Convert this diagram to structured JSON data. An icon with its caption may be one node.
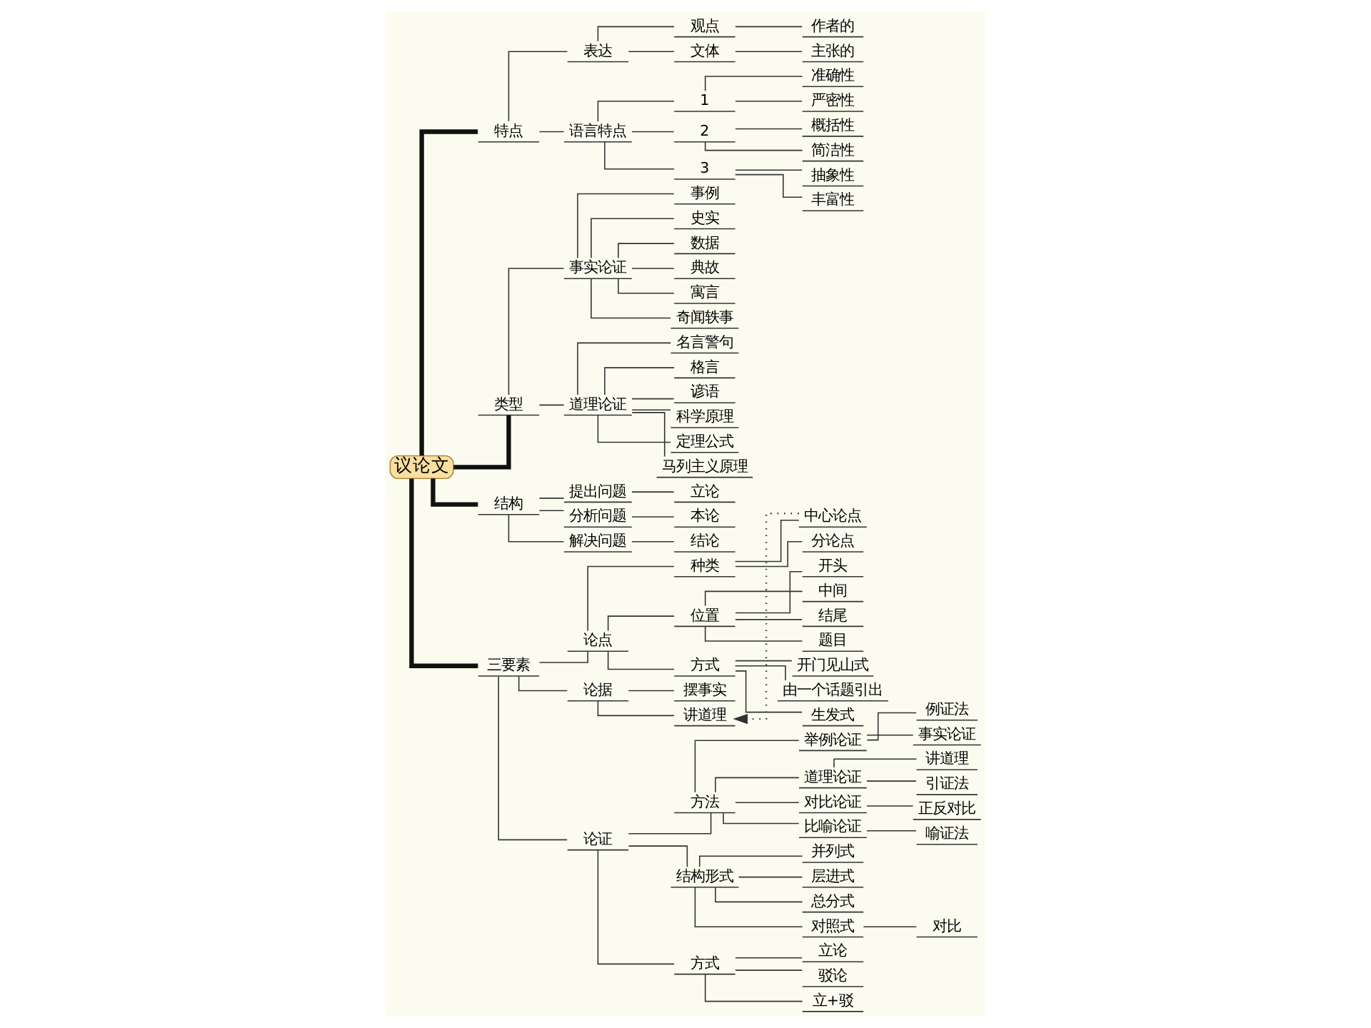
{
  "diagram": {
    "nodes": [
      {
        "text": [
          "议论文"
        ]
      },
      {
        "text": [
          "特点"
        ]
      },
      {
        "text": [
          "表达"
        ]
      },
      {
        "text": [
          "观点"
        ]
      },
      {
        "text": [
          "作者的"
        ]
      },
      {
        "text": [
          "文体"
        ]
      },
      {
        "text": [
          "主张的"
        ]
      },
      {
        "text": [
          "语言特点"
        ]
      },
      {
        "text": [
          "1"
        ]
      },
      {
        "text": [
          "准确性"
        ]
      },
      {
        "text": [
          "严密性"
        ]
      },
      {
        "text": [
          "2"
        ]
      },
      {
        "text": [
          "概括性"
        ]
      },
      {
        "text": [
          "简洁性"
        ]
      },
      {
        "text": [
          "3"
        ]
      },
      {
        "text": [
          "抽象性"
        ]
      },
      {
        "text": [
          "丰富性"
        ]
      },
      {
        "text": [
          "类型"
        ]
      },
      {
        "text": [
          "事实论证"
        ]
      },
      {
        "text": [
          "事例"
        ]
      },
      {
        "text": [
          "史实"
        ]
      },
      {
        "text": [
          "数据"
        ]
      },
      {
        "text": [
          "典故"
        ]
      },
      {
        "text": [
          "寓言"
        ]
      },
      {
        "text": [
          "奇闻轶事"
        ]
      },
      {
        "text": [
          "道理论证"
        ]
      },
      {
        "text": [
          "名言警句"
        ]
      },
      {
        "text": [
          "格言"
        ]
      },
      {
        "text": [
          "谚语"
        ]
      },
      {
        "text": [
          "科学原理"
        ]
      },
      {
        "text": [
          "定理公式"
        ]
      },
      {
        "text": [
          "马列主义原理"
        ]
      },
      {
        "text": [
          "结构"
        ]
      },
      {
        "text": [
          "提出问题"
        ]
      },
      {
        "text": [
          "立论"
        ]
      },
      {
        "text": [
          "分析问题"
        ]
      },
      {
        "text": [
          "本论"
        ]
      },
      {
        "text": [
          "解决问题"
        ]
      },
      {
        "text": [
          "结论"
        ]
      },
      {
        "text": [
          "三要素"
        ]
      },
      {
        "text": [
          "论点"
        ]
      },
      {
        "text": [
          "种类"
        ]
      },
      {
        "text": [
          "中心论点"
        ]
      },
      {
        "text": [
          "分论点"
        ]
      },
      {
        "text": [
          "位置"
        ]
      },
      {
        "text": [
          "开头"
        ]
      },
      {
        "text": [
          "中间"
        ]
      },
      {
        "text": [
          "结尾"
        ]
      },
      {
        "text": [
          "题目"
        ]
      },
      {
        "text": [
          "方式"
        ]
      },
      {
        "text": [
          "开门见山式"
        ]
      },
      {
        "text": [
          "由一个话题引出"
        ]
      },
      {
        "text": [
          "生发式"
        ]
      },
      {
        "text": [
          "论据"
        ]
      },
      {
        "text": [
          "摆事实"
        ]
      },
      {
        "text": [
          "讲道理"
        ]
      },
      {
        "text": [
          "论证"
        ]
      },
      {
        "text": [
          "方法"
        ]
      },
      {
        "text": [
          "举例论证"
        ]
      },
      {
        "text": [
          "例证法"
        ]
      },
      {
        "text": [
          "事实论证"
        ]
      },
      {
        "text": [
          "道理论证"
        ]
      },
      {
        "text": [
          "讲道理"
        ]
      },
      {
        "text": [
          "引证法"
        ]
      },
      {
        "text": [
          "对比论证"
        ]
      },
      {
        "text": [
          "正反对比"
        ]
      },
      {
        "text": [
          "比喻论证"
        ]
      },
      {
        "text": [
          "喻证法"
        ]
      },
      {
        "text": [
          "结构形式"
        ]
      },
      {
        "text": [
          "并列式"
        ]
      },
      {
        "text": [
          "层进式"
        ]
      },
      {
        "text": [
          "总分式"
        ]
      },
      {
        "text": [
          "对照式"
        ]
      },
      {
        "text": [
          "对比"
        ]
      },
      {
        "text": [
          "方式"
        ]
      },
      {
        "text": [
          "立论"
        ]
      },
      {
        "text": [
          "驳论"
        ]
      },
      {
        "text": [
          "立+驳"
        ]
      }
    ],
    "edges": [
      {
        "from": 0,
        "to": 1,
        "arrow": "none",
        "style": "thick"
      },
      {
        "from": 1,
        "to": 2,
        "arrow": "none"
      },
      {
        "from": 2,
        "to": 3,
        "arrow": "none"
      },
      {
        "from": 3,
        "to": 4,
        "arrow": "none"
      },
      {
        "from": 2,
        "to": 5,
        "arrow": "none"
      },
      {
        "from": 5,
        "to": 6,
        "arrow": "none"
      },
      {
        "from": 1,
        "to": 7,
        "arrow": "none"
      },
      {
        "from": 7,
        "to": 8,
        "arrow": "none"
      },
      {
        "from": 8,
        "to": 9,
        "arrow": "none"
      },
      {
        "from": 8,
        "to": 10,
        "arrow": "none"
      },
      {
        "from": 7,
        "to": 11,
        "arrow": "none"
      },
      {
        "from": 11,
        "to": 12,
        "arrow": "none"
      },
      {
        "from": 11,
        "to": 13,
        "arrow": "none"
      },
      {
        "from": 7,
        "to": 14,
        "arrow": "none"
      },
      {
        "from": 14,
        "to": 15,
        "arrow": "none"
      },
      {
        "from": 14,
        "to": 16,
        "arrow": "none"
      },
      {
        "from": 0,
        "to": 17,
        "arrow": "none",
        "style": "thick"
      },
      {
        "from": 17,
        "to": 18,
        "arrow": "none"
      },
      {
        "from": 18,
        "to": 19,
        "arrow": "none"
      },
      {
        "from": 18,
        "to": 20,
        "arrow": "none"
      },
      {
        "from": 18,
        "to": 21,
        "arrow": "none"
      },
      {
        "from": 18,
        "to": 22,
        "arrow": "none"
      },
      {
        "from": 18,
        "to": 23,
        "arrow": "none"
      },
      {
        "from": 18,
        "to": 24,
        "arrow": "none"
      },
      {
        "from": 17,
        "to": 25,
        "arrow": "none"
      },
      {
        "from": 25,
        "to": 26,
        "arrow": "none"
      },
      {
        "from": 25,
        "to": 27,
        "arrow": "none"
      },
      {
        "from": 25,
        "to": 28,
        "arrow": "none"
      },
      {
        "from": 25,
        "to": 29,
        "arrow": "none"
      },
      {
        "from": 25,
        "to": 30,
        "arrow": "none"
      },
      {
        "from": 25,
        "to": 31,
        "arrow": "none"
      },
      {
        "from": 0,
        "to": 32,
        "arrow": "none",
        "style": "thick"
      },
      {
        "from": 32,
        "to": 33,
        "arrow": "none"
      },
      {
        "from": 33,
        "to": 34,
        "arrow": "none"
      },
      {
        "from": 32,
        "to": 35,
        "arrow": "none"
      },
      {
        "from": 35,
        "to": 36,
        "arrow": "none"
      },
      {
        "from": 32,
        "to": 37,
        "arrow": "none"
      },
      {
        "from": 37,
        "to": 38,
        "arrow": "none"
      },
      {
        "from": 0,
        "to": 39,
        "arrow": "none",
        "style": "thick"
      },
      {
        "from": 39,
        "to": 40,
        "arrow": "none"
      },
      {
        "from": 40,
        "to": 41,
        "arrow": "none"
      },
      {
        "from": 41,
        "to": 42,
        "arrow": "none"
      },
      {
        "from": 41,
        "to": 43,
        "arrow": "none"
      },
      {
        "from": 40,
        "to": 44,
        "arrow": "none"
      },
      {
        "from": 44,
        "to": 45,
        "arrow": "none"
      },
      {
        "from": 44,
        "to": 46,
        "arrow": "none"
      },
      {
        "from": 44,
        "to": 47,
        "arrow": "none"
      },
      {
        "from": 44,
        "to": 48,
        "arrow": "none"
      },
      {
        "from": 40,
        "to": 49,
        "arrow": "none"
      },
      {
        "from": 49,
        "to": 50,
        "arrow": "none"
      },
      {
        "from": 49,
        "to": 51,
        "arrow": "none"
      },
      {
        "from": 49,
        "to": 52,
        "arrow": "none"
      },
      {
        "from": 39,
        "to": 53,
        "arrow": "none"
      },
      {
        "from": 53,
        "to": 54,
        "arrow": "none"
      },
      {
        "from": 53,
        "to": 55,
        "arrow": "none"
      },
      {
        "from": 39,
        "to": 56,
        "arrow": "none"
      },
      {
        "from": 56,
        "to": 57,
        "arrow": "none"
      },
      {
        "from": 57,
        "to": 58,
        "arrow": "none"
      },
      {
        "from": 58,
        "to": 59,
        "arrow": "none"
      },
      {
        "from": 58,
        "to": 60,
        "arrow": "none"
      },
      {
        "from": 57,
        "to": 61,
        "arrow": "none"
      },
      {
        "from": 61,
        "to": 62,
        "arrow": "none"
      },
      {
        "from": 61,
        "to": 63,
        "arrow": "none"
      },
      {
        "from": 57,
        "to": 64,
        "arrow": "none"
      },
      {
        "from": 64,
        "to": 65,
        "arrow": "none"
      },
      {
        "from": 57,
        "to": 66,
        "arrow": "none"
      },
      {
        "from": 66,
        "to": 67,
        "arrow": "none"
      },
      {
        "from": 56,
        "to": 68,
        "arrow": "none"
      },
      {
        "from": 68,
        "to": 69,
        "arrow": "none"
      },
      {
        "from": 68,
        "to": 70,
        "arrow": "none"
      },
      {
        "from": 68,
        "to": 71,
        "arrow": "none"
      },
      {
        "from": 68,
        "to": 72,
        "arrow": "none"
      },
      {
        "from": 72,
        "to": 73,
        "arrow": "none"
      },
      {
        "from": 56,
        "to": 74,
        "arrow": "none"
      },
      {
        "from": 74,
        "to": 75,
        "arrow": "none"
      },
      {
        "from": 74,
        "to": 76,
        "arrow": "none"
      },
      {
        "from": 74,
        "to": 77,
        "arrow": "none"
      },
      {
        "from": 42,
        "to": 55,
        "arrow": "to",
        "style": "dashed"
      }
    ]
  }
}
